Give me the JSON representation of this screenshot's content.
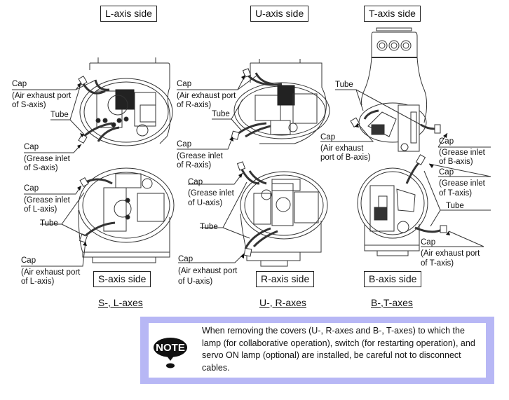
{
  "panels": {
    "s_l": {
      "top_title": "L-axis side",
      "bottom_title": "S-axis side",
      "group_label": "S-, L-axes",
      "labels": {
        "cap1": "Cap",
        "cap1_desc_1": "(Air exhaust port",
        "cap1_desc_2": "of S-axis)",
        "tube1": "Tube",
        "cap2": "Cap",
        "cap2_desc_1": "(Grease inlet",
        "cap2_desc_2": "of S-axis)",
        "cap3": "Cap",
        "cap3_desc_1": "(Grease inlet",
        "cap3_desc_2": "of L-axis)",
        "tube2": "Tube",
        "cap4": "Cap",
        "cap4_desc_1": "(Air exhaust port",
        "cap4_desc_2": "of L-axis)"
      }
    },
    "u_r": {
      "top_title": "U-axis side",
      "bottom_title": "R-axis side",
      "group_label": "U-, R-axes",
      "labels": {
        "cap1": "Cap",
        "cap1_desc_1": "(Air exhaust port",
        "cap1_desc_2": "of R-axis)",
        "tube1": "Tube",
        "cap2": "Cap",
        "cap2_desc_1": "(Grease inlet",
        "cap2_desc_2": "of R-axis)",
        "cap3": "Cap",
        "cap3_desc_1": "(Grease inlet",
        "cap3_desc_2": "of U-axis)",
        "tube2": "Tube",
        "cap4": "Cap",
        "cap4_desc_1": "(Air exhaust port",
        "cap4_desc_2": "of U-axis)"
      }
    },
    "b_t": {
      "top_title": "T-axis side",
      "bottom_title": "B-axis side",
      "group_label": "B-,T-axes",
      "labels": {
        "tube1": "Tube",
        "cap1": "Cap",
        "cap1_desc_1": "(Air exhaust",
        "cap1_desc_2": "port of B-axis)",
        "cap2": "Cap",
        "cap2_desc_1": "(Grease inlet",
        "cap2_desc_2": "of B-axis)",
        "cap3": "Cap",
        "cap3_desc_1": "(Grease inlet",
        "cap3_desc_2": "of T-axis)",
        "tube2": "Tube",
        "cap4": "Cap",
        "cap4_desc_1": "(Air exhaust port",
        "cap4_desc_2": "of T-axis)"
      }
    }
  },
  "note": {
    "icon_label": "NOTE",
    "text": "When removing the covers (U-, R-axes and B-, T-axes) to which the lamp (for collaborative operation), switch (for restarting operation), and servo ON lamp (optional) are installed, be careful not to disconnect cables.",
    "border_color": "#b7b7f5"
  }
}
